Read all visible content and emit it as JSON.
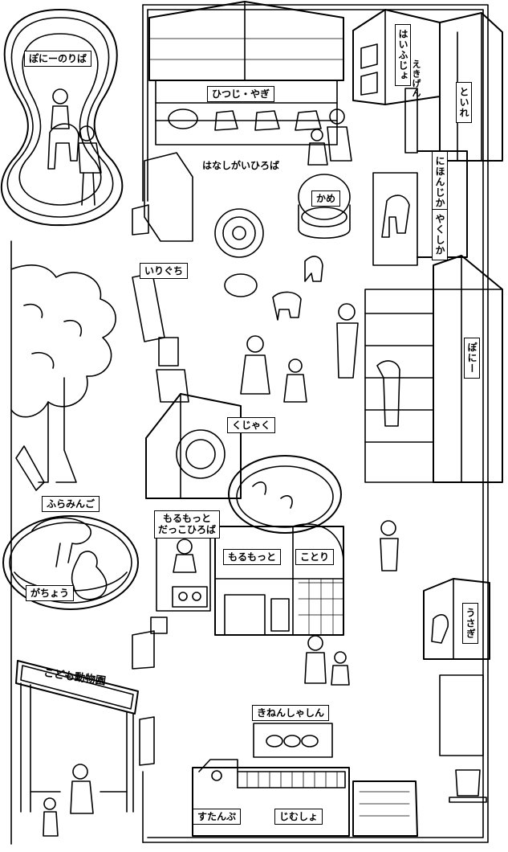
{
  "labels": {
    "pony_ride": "ぽにーのりば",
    "sheep_goat": "ひつじ・やぎ",
    "talk_plaza": "はなしがいひろば",
    "turtle": "かめ",
    "entrance": "いりぐち",
    "peacock": "くじゃく",
    "flamingo": "ふらみんご",
    "goose": "がちょう",
    "guinea_plaza_line1": "もるもっと",
    "guinea_plaza_line2": "だっこひろば",
    "guinea_pig": "もるもっと",
    "small_bird": "ことり",
    "commemorative_photo": "きねんしゃしん",
    "stamp": "すたんぷ",
    "office": "じむしょ",
    "rabbit": "うさぎ",
    "pony": "ぽにー",
    "medic": "はいふじょ",
    "medic_sub": "えきげん",
    "toilet": "といれ",
    "japanese_deer": "にほんじか",
    "reindeer": "やくしか",
    "gate_name": "こども動物園"
  }
}
